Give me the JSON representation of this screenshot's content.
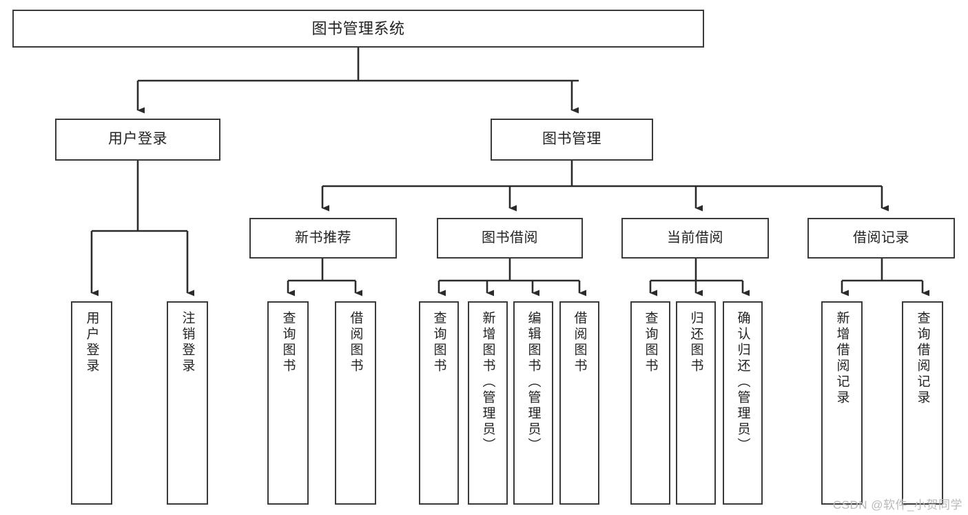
{
  "diagram": {
    "type": "tree-hierarchy",
    "title": "图书管理系统",
    "orientation": "top-down",
    "colors": {
      "box_border": "#3a3a3a",
      "box_fill": "#ffffff",
      "connector": "#2b2b2b",
      "text": "#232323",
      "watermark": "#b9b9b9",
      "background": "#ffffff"
    }
  },
  "watermark": "CSDN @软件_小贺同学",
  "nodes": {
    "root": {
      "label": "图书管理系统"
    },
    "level2": [
      {
        "label": "用户登录"
      },
      {
        "label": "图书管理"
      }
    ],
    "level3": [
      {
        "label": "新书推荐"
      },
      {
        "label": "图书借阅"
      },
      {
        "label": "当前借阅"
      },
      {
        "label": "借阅记录"
      }
    ],
    "leaves": {
      "user_login": [
        {
          "label": "用户登录"
        },
        {
          "label": "注销登录"
        }
      ],
      "new_book_recommend": [
        {
          "label": "查询图书"
        },
        {
          "label": "借阅图书"
        }
      ],
      "book_borrow": [
        {
          "label": "查询图书"
        },
        {
          "label": "新增图书（管理员）"
        },
        {
          "label": "编辑图书（管理员）"
        },
        {
          "label": "借阅图书"
        }
      ],
      "current_borrow": [
        {
          "label": "查询图书"
        },
        {
          "label": "归还图书"
        },
        {
          "label": "确认归还（管理员）"
        }
      ],
      "borrow_record": [
        {
          "label": "新增借阅记录"
        },
        {
          "label": "查询借阅记录"
        }
      ]
    }
  }
}
